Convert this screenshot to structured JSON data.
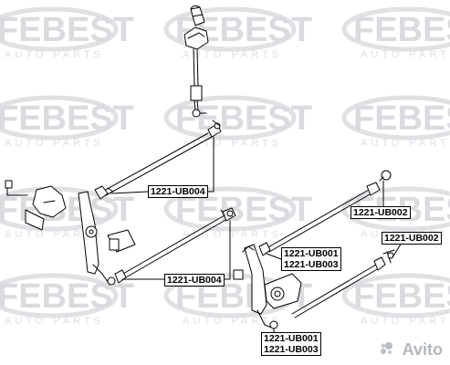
{
  "watermark": {
    "brand": "FEBEST",
    "tagline": "AUTO PARTS",
    "color": "#d6d8dc"
  },
  "callouts": [
    {
      "id": "c1",
      "lines": [
        "1221-UB004"
      ]
    },
    {
      "id": "c2",
      "lines": [
        "1221-UB002"
      ]
    },
    {
      "id": "c3",
      "lines": [
        "1221-UB002"
      ]
    },
    {
      "id": "c4",
      "lines": [
        "1221-UB001",
        "1221-UB003"
      ]
    },
    {
      "id": "c5",
      "lines": [
        "1221-UB004"
      ]
    },
    {
      "id": "c6",
      "lines": [
        "1221-UB001",
        "1221-UB003"
      ]
    }
  ],
  "corner_logo": {
    "text": "Avito",
    "color": "#9aa0a8"
  },
  "colors": {
    "line": "#000000",
    "background": "#ffffff"
  }
}
